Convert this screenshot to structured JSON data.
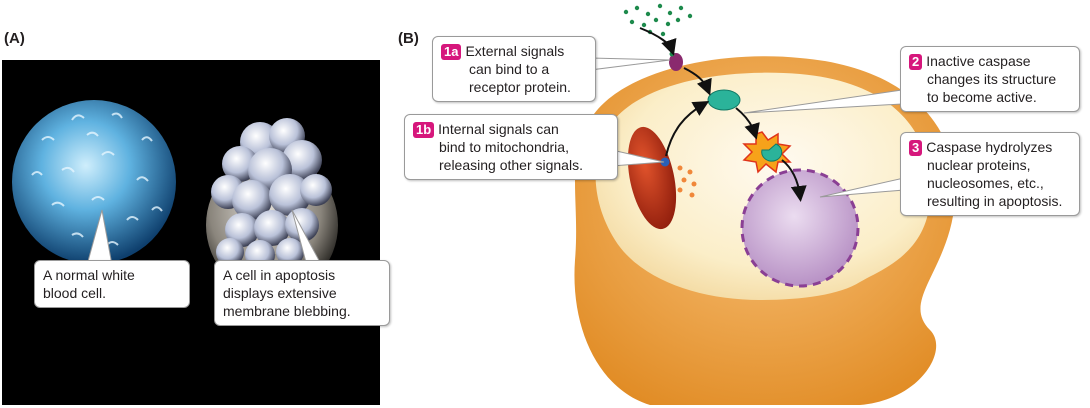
{
  "panel_a": {
    "label": "(A)",
    "normal_cell_callout": [
      "A normal white",
      "blood cell."
    ],
    "apoptosis_cell_callout": [
      "A cell in apoptosis",
      "displays extensive",
      "membrane blebbing."
    ]
  },
  "panel_b": {
    "label": "(B)",
    "steps": [
      {
        "badge": "1a",
        "lines": [
          "External signals",
          "can bind to a",
          "receptor protein."
        ]
      },
      {
        "badge": "1b",
        "lines": [
          "Internal signals can",
          "bind to mitochondria,",
          "releasing other signals."
        ]
      },
      {
        "badge": "2",
        "lines": [
          "Inactive caspase",
          "changes its structure",
          "to become active."
        ]
      },
      {
        "badge": "3",
        "lines": [
          "Caspase hydrolyzes",
          "nuclear proteins,",
          "nucleosomes, etc.,",
          "resulting in apoptosis."
        ]
      }
    ]
  },
  "colors": {
    "badge": "#d6177c",
    "cytoplasm": "#fbeec8",
    "membrane": "#f0a23c",
    "mitochondrion": "#b52a14",
    "caspase": "#2bb39a",
    "nucleus": "#c9a6d3",
    "signal_dots": "#1d8a4c",
    "receptor": "#8a2a6e"
  }
}
